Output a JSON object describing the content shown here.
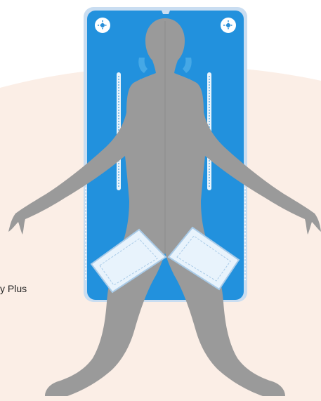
{
  "caption": "y Plus",
  "colors": {
    "background_arc": "#fbeee6",
    "board_outer": "#c9ddf1",
    "board_inner": "#2291dd",
    "board_dark": "#1a7ac0",
    "rail": "#ffffff",
    "figure": "#9a9a9a",
    "figure_shadow": "#8c8c8c",
    "face_padding": "#45a8e6",
    "leg_pad_fill": "#e8f3fc",
    "leg_pad_border": "#a9cbe8",
    "knob": "#ffffff",
    "knob_mark": "#2a8fd8"
  },
  "icons": [
    "knob-icon-left",
    "knob-icon-right"
  ]
}
